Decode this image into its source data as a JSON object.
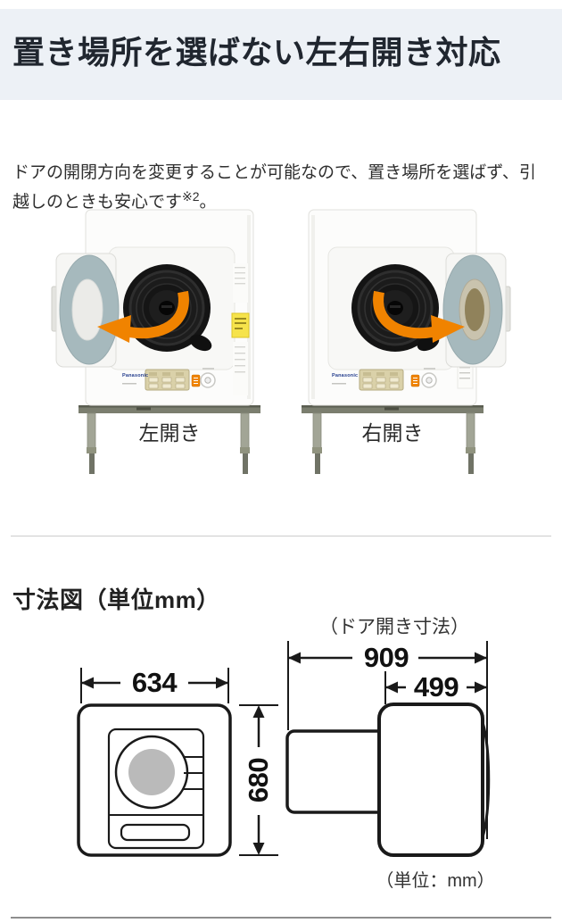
{
  "header": {
    "title": "置き場所を選ばない左右開き対応"
  },
  "intro": {
    "text": "ドアの開閉方向を変更することが可能なので、置き場所を選ばず、引越しのときも安心です",
    "note_ref": "※2",
    "sentence_end": "。"
  },
  "photos": {
    "brand": "Panasonic",
    "left": {
      "caption": "左開き"
    },
    "right": {
      "caption": "右開き"
    }
  },
  "dimension_section": {
    "title": "寸法図（単位mm）",
    "front_view": {
      "width_mm": "634",
      "height_mm": "680"
    },
    "top_view": {
      "caption": "（ドア開き寸法）",
      "open_width_mm": "909",
      "door_width_mm": "499",
      "unit_note": "（単位：mm）"
    }
  },
  "colors": {
    "accent_orange": "#f08300",
    "header_bg": "#edf1f6"
  }
}
